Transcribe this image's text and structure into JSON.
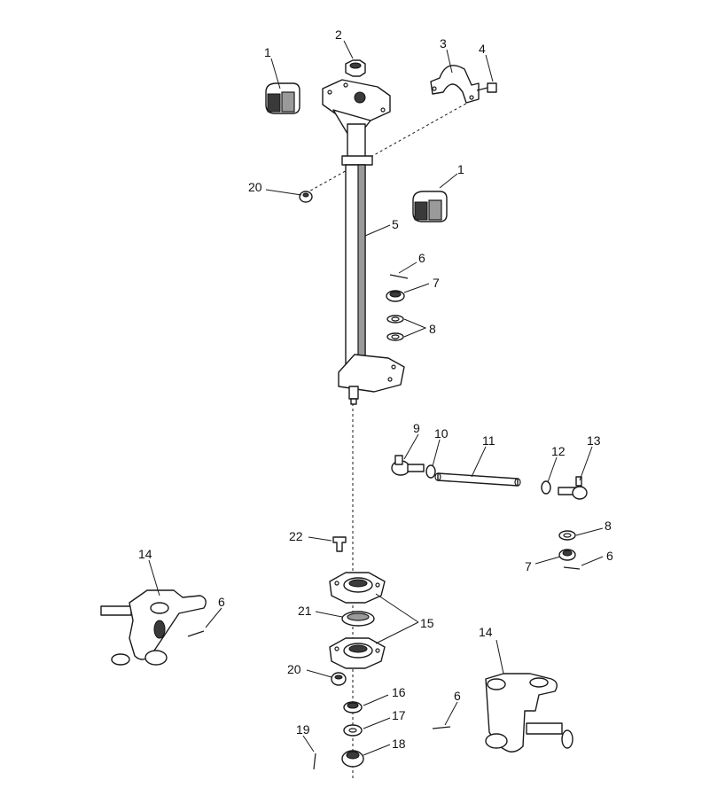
{
  "callouts": {
    "c1a": "1",
    "c1b": "1",
    "c2": "2",
    "c3": "3",
    "c4": "4",
    "c5": "5",
    "c6a": "6",
    "c6b": "6",
    "c6c": "6",
    "c6d": "6",
    "c7a": "7",
    "c7b": "7",
    "c8a": "8",
    "c8b": "8",
    "c9": "9",
    "c10": "10",
    "c11": "11",
    "c12": "12",
    "c13": "13",
    "c14a": "14",
    "c14b": "14",
    "c15": "15",
    "c16": "16",
    "c17": "17",
    "c18": "18",
    "c19": "19",
    "c20a": "20",
    "c20b": "20",
    "c21": "21",
    "c22": "22"
  }
}
